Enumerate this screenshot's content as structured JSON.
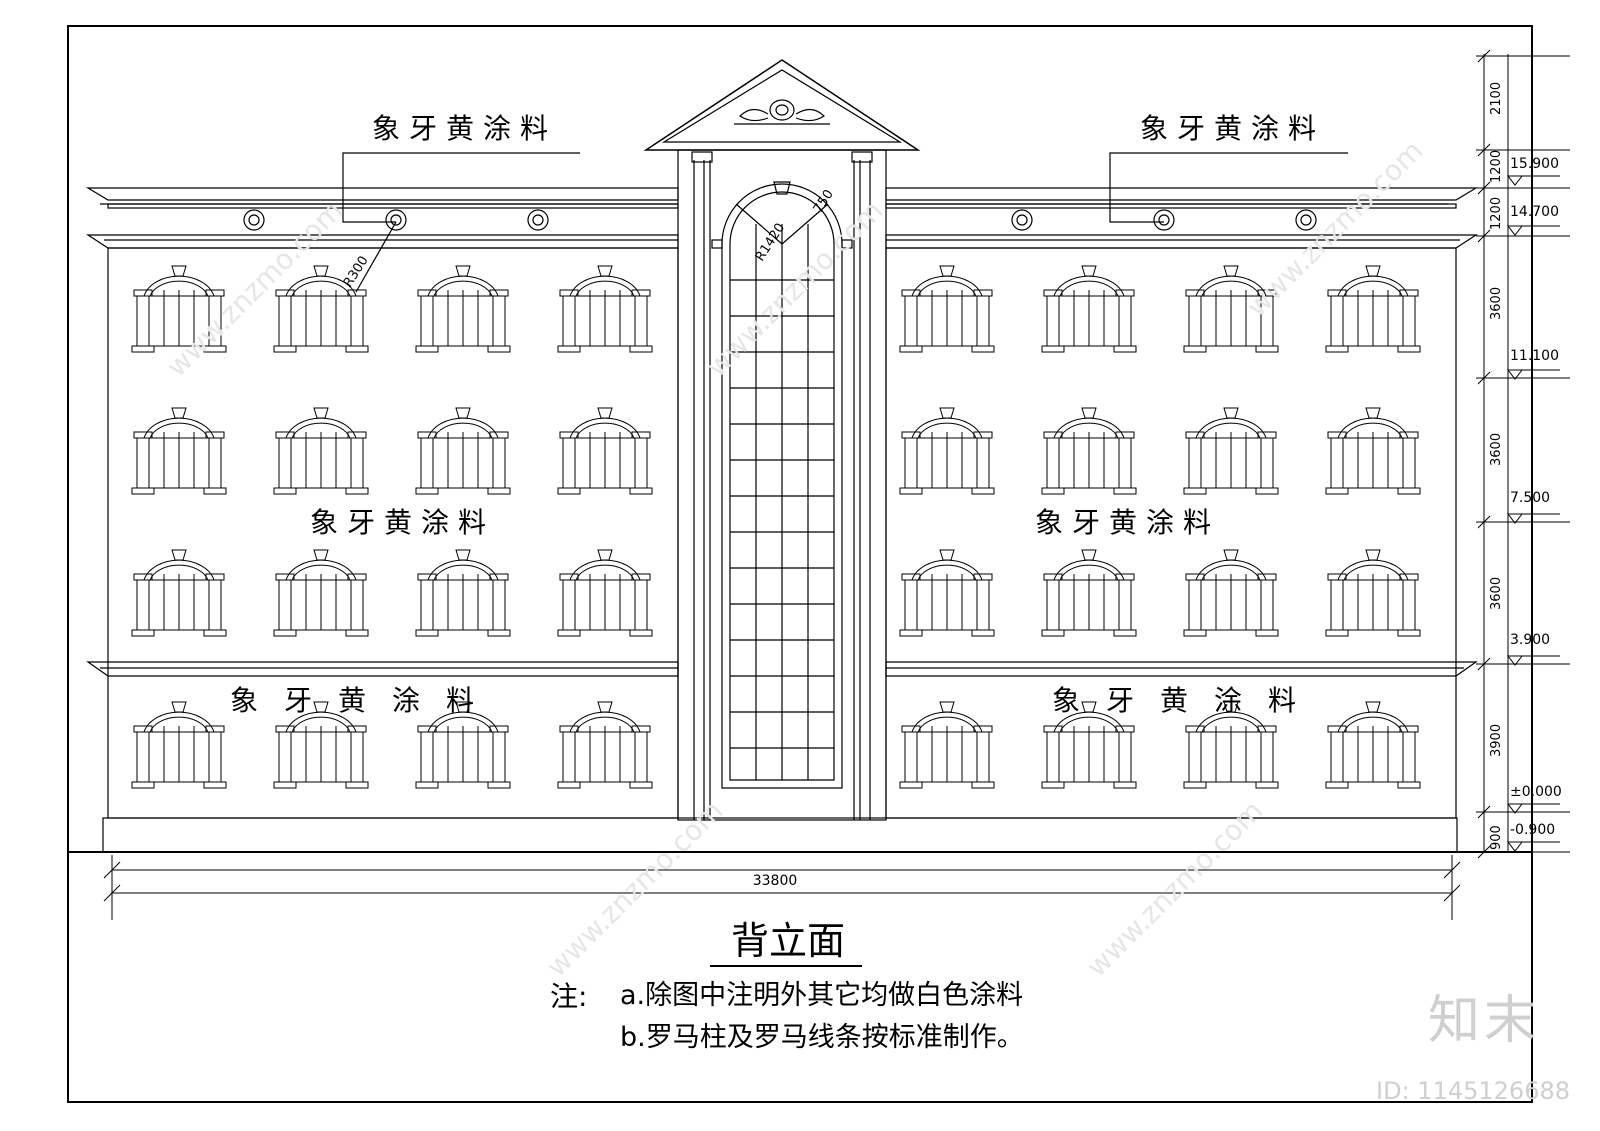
{
  "drawing": {
    "title": "背立面",
    "note_label": "注:",
    "notes": [
      "a.除图中注明外其它均做白色涂料",
      "b.罗马柱及罗马线条按标准制作。"
    ],
    "material_labels": [
      "象牙黄涂料",
      "象牙黄涂料",
      "象牙黄涂料",
      "象牙黄涂料",
      "象牙黄涂料",
      "象牙黄涂料"
    ],
    "radius_labels": [
      "R300",
      "R1420",
      "750"
    ],
    "width_dimension": "33800",
    "vertical_dimensions": [
      "2100",
      "1200",
      "1200",
      "3600",
      "3600",
      "3600",
      "3900",
      "900"
    ],
    "elevation_marks": [
      "15.900",
      "14.700",
      "11.100",
      "7.500",
      "3.900",
      "±0.000",
      "-0.900"
    ]
  },
  "watermark": {
    "brand": "知末",
    "id_text": "ID: 1145126688",
    "url": "www.znzmo.com"
  }
}
